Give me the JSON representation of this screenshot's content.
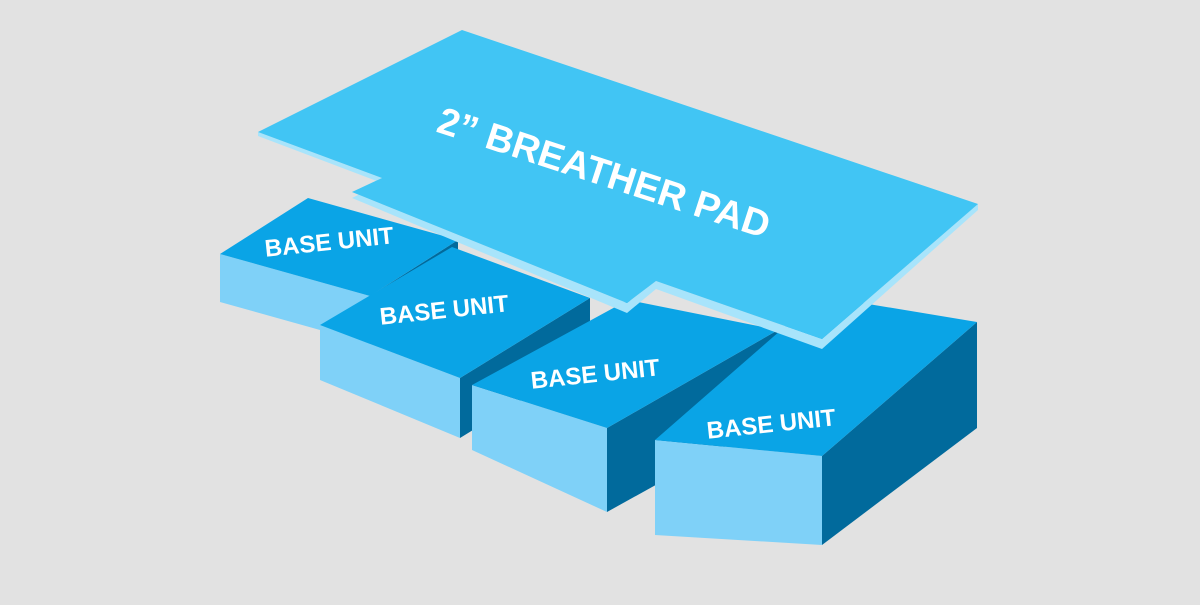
{
  "colors": {
    "background": "#e2e2e2",
    "block_top": "#0aa4e6",
    "block_front": "#7fd1f8",
    "block_side": "#016a9c",
    "pad_top": "#41c5f4",
    "pad_edge": "#a8e4fb",
    "label_text": "#ffffff"
  },
  "pad": {
    "label": "2” BREATHER PAD"
  },
  "base_units": [
    {
      "label": "BASE UNIT"
    },
    {
      "label": "BASE UNIT"
    },
    {
      "label": "BASE UNIT"
    },
    {
      "label": "BASE UNIT"
    }
  ]
}
